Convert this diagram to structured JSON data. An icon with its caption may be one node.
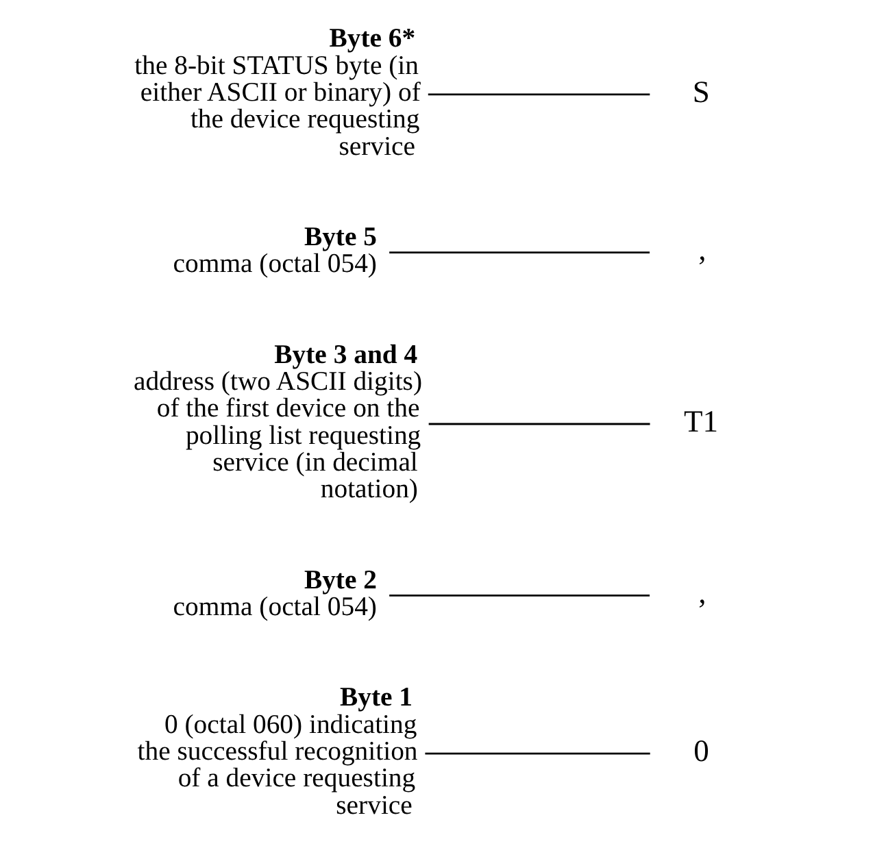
{
  "diagram": {
    "nodes": [
      {
        "text": [
          "Byte 1",
          "0 (octal 060) indicating the successful recognition of a device requesting service"
        ]
      },
      {
        "text": [
          "Byte 2",
          "comma (octal 054)"
        ]
      },
      {
        "text": [
          "Byte 3 and 4",
          "address (two ASCII digits) of the first device on the polling list requesting service (in decimal notation)"
        ]
      },
      {
        "text": [
          "Byte 5",
          "comma (octal 054)"
        ]
      },
      {
        "text": [
          "Byte 6*",
          "the 8-bit STATUS byte (in either ASCII or binary) of the device requesting service"
        ]
      },
      {
        "text": [
          "0"
        ]
      },
      {
        "text": [
          ","
        ]
      },
      {
        "text": [
          "T1"
        ]
      },
      {
        "text": [
          ","
        ]
      },
      {
        "text": [
          "S"
        ]
      }
    ],
    "edges": [
      {
        "from": 0,
        "to": 5,
        "arrow": "none"
      },
      {
        "from": 1,
        "to": 6,
        "arrow": "none"
      },
      {
        "from": 2,
        "to": 7,
        "arrow": "none"
      },
      {
        "from": 3,
        "to": 8,
        "arrow": "none"
      },
      {
        "from": 4,
        "to": 9,
        "arrow": "none"
      }
    ]
  }
}
